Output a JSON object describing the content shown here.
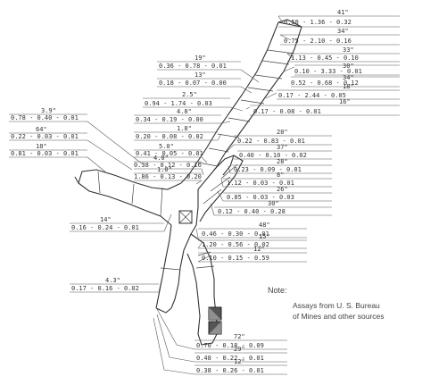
{
  "assays": [
    {
      "id": "a1",
      "width": "41\"",
      "values": "0.58 - 1.36 - 0.32"
    },
    {
      "id": "a2",
      "width": "34\"",
      "values": "0.75 - 2.10 - 0.16"
    },
    {
      "id": "a3",
      "width": "33\"",
      "values": "1.13 - 0.45 - 0.10"
    },
    {
      "id": "a4",
      "width": "30\"",
      "values": "0.10 - 3.33 - 0.01"
    },
    {
      "id": "a5",
      "width": "34\"",
      "values": "0.52 - 0.68 - 0.12"
    },
    {
      "id": "a6",
      "width": "18\"",
      "values": "0.17 - 2.44 - 0.05"
    },
    {
      "id": "a7",
      "width": "16\"",
      "values": "0.17 - 0.08 - 0.01"
    },
    {
      "id": "a8",
      "width": "19\"",
      "values": "0.36 - 0.78 - 0.01"
    },
    {
      "id": "a9",
      "width": "13\"",
      "values": "0.18 - 0.07 - 0.00"
    },
    {
      "id": "a10",
      "width": "2.5\"",
      "values": "0.94 - 1.74 - 0.03"
    },
    {
      "id": "a11",
      "width": "4.8\"",
      "values": "0.34 - 0.19 - 0.00"
    },
    {
      "id": "a12",
      "width": "1.8\"",
      "values": "0.20 - 0.08 - 0.02"
    },
    {
      "id": "a13",
      "width": "20\"",
      "values": "0.22 - 0.83 - 0.01"
    },
    {
      "id": "a14",
      "width": "37\"",
      "values": "0.40 - 0.10 - 0.02"
    },
    {
      "id": "a15",
      "width": "28\"",
      "values": "0.23 - 0.09 - 0.01"
    },
    {
      "id": "a16",
      "width": "5.0\"",
      "values": "0.41 - 0.05 - 0.01"
    },
    {
      "id": "a17",
      "width": "4.0\"",
      "values": "0.38 - 0.12 - 0.16"
    },
    {
      "id": "a18",
      "width": "1.0\"",
      "values": "1.86 - 0.13 - 0.20"
    },
    {
      "id": "a19",
      "width": "3.9\"",
      "values": "0.78 - 0.40 - 0.01"
    },
    {
      "id": "a20",
      "width": "64\"",
      "values": "0.22 - 0.03 - 0.01"
    },
    {
      "id": "a21",
      "width": "18\"",
      "values": "0.81 - 0.03 - 0.01"
    },
    {
      "id": "a22",
      "width": "8\"",
      "values": "1.12 - 0.03 - 0.01"
    },
    {
      "id": "a23",
      "width": "26\"",
      "values": "0.85 - 0.03 - 0.03"
    },
    {
      "id": "a24",
      "width": "30\"",
      "values": "0.12 - 0.40 - 0.28"
    },
    {
      "id": "a25",
      "width": "14\"",
      "values": "0.16 - 0.24 - 0.01"
    },
    {
      "id": "a26",
      "width": "48\"",
      "values": "0.46 - 0.30 - 0.01"
    },
    {
      "id": "a27",
      "width": "15\"",
      "values": "1.20 - 0.56 - 0.02"
    },
    {
      "id": "a28",
      "width": "12\"",
      "values": "0.10 - 0.15 - 0.59"
    },
    {
      "id": "a29",
      "width": "4.3\"",
      "values": "0.17 - 0.16 - 0.02"
    },
    {
      "id": "a30",
      "width": "72\"",
      "values": "0.70 - 0.18 - 0.09"
    },
    {
      "id": "a31",
      "width": "29\"",
      "values": "0.48 - 0.22 - 0.01"
    },
    {
      "id": "a32",
      "width": "12\"",
      "values": "0.38 - 0.26 - 0.01"
    }
  ],
  "note": {
    "title": "Note:",
    "line1": "Assays from U. S. Bureau",
    "line2": "of Mines and other sources"
  },
  "colors": {
    "ink": "#333333",
    "shaft_fill": "#555555",
    "background": "#ffffff"
  }
}
